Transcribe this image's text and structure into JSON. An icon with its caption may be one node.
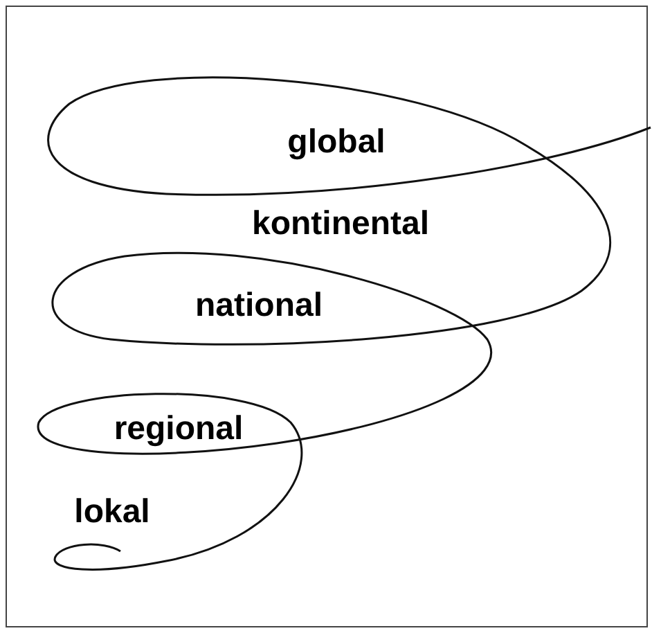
{
  "diagram": {
    "labels": [
      "global",
      "kontinental",
      "national",
      "regional",
      "lokal"
    ]
  }
}
